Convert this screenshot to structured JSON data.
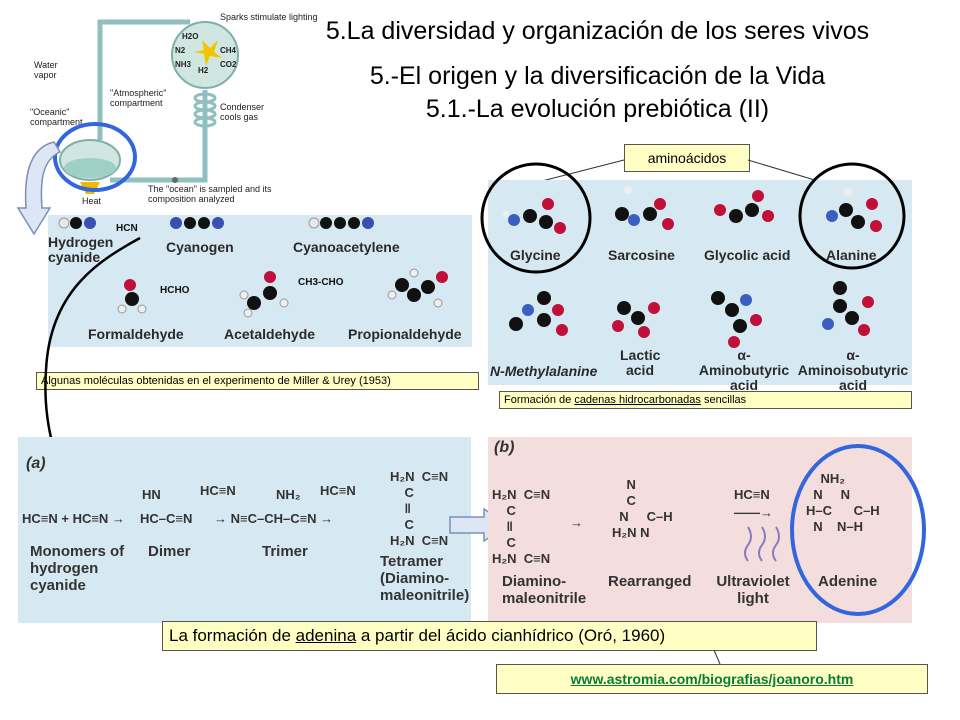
{
  "titles": {
    "line1": "5.La diversidad y organización de los seres vivos",
    "line2": "5.-El origen y la diversificación de la Vida",
    "line3": "5.1.-La evolución prebiótica (II)"
  },
  "apparatus": {
    "sparks": "Sparks stimulate lighting",
    "water_vapor": "Water vapor",
    "oceanic": "\"Oceanic\" compartment",
    "atmospheric": "\"Atmospheric\" compartment",
    "condenser": "Condenser cools gas",
    "heat": "Heat",
    "ocean_sampled": "The \"ocean\" is sampled and its composition analyzed",
    "gases": [
      "H2O",
      "N2",
      "CH4",
      "NH3",
      "H2",
      "CO2"
    ]
  },
  "molecules_left": {
    "hydrogen_cyanide": "Hydrogen cyanide",
    "cyanogen": "Cyanogen",
    "cyanoacetylene": "Cyanoacetylene",
    "formaldehyde": "Formaldehyde",
    "acetaldehyde": "Acetaldehyde",
    "propionaldehyde": "Propionaldehyde",
    "hcn": "HCN",
    "hcho": "HCHO",
    "ch3cho": "CH3-CHO",
    "caption": "Algunas moléculas obtenidas en el experimento de Miller & Urey (1953)"
  },
  "amino": {
    "tag": "aminoácidos",
    "glycine": "Glycine",
    "sarcosine": "Sarcosine",
    "glycolic": "Glycolic acid",
    "alanine": "Alanine",
    "n_methylalanine": "N-Methylalanine",
    "lactic": "Lactic acid",
    "aminobutyric": "α-Aminobutyric acid",
    "aminoisobutyric": "α-Aminoisobutyric acid",
    "caption_pre": "Formación de ",
    "caption_u": "cadenas hidrocarbonadas",
    "caption_post": " sencillas"
  },
  "panel_a": {
    "label": "(a)",
    "monomers": "Monomers of hydrogen cyanide",
    "dimer": "Dimer",
    "trimer": "Trimer",
    "tetramer": "Tetramer (Diamino-maleonitrile)"
  },
  "panel_b": {
    "label": "(b)",
    "diamino": "Diamino-maleonitrile",
    "rearranged": "Rearranged",
    "uv": "Ultraviolet light",
    "adenine": "Adenine"
  },
  "bottom": {
    "caption_pre": "La formación de ",
    "caption_u": "adenina",
    "caption_post": " a partir del ácido cianhídrico (Oró, 1960)",
    "link": "www.astromia.com/biografias/joanoro.htm"
  }
}
